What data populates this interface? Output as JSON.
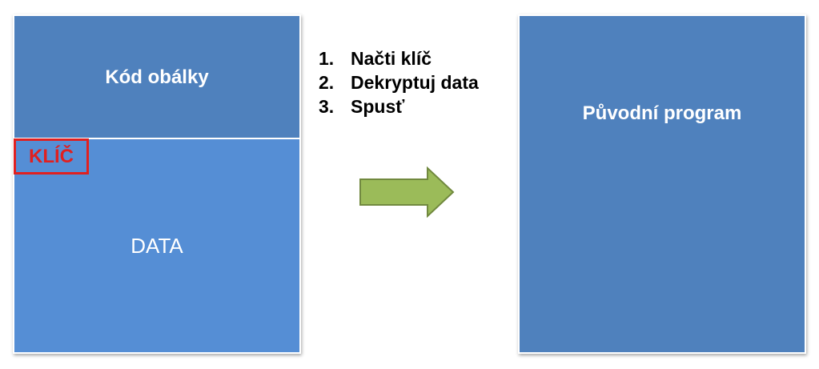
{
  "diagram": {
    "envelope_label": "Kód obálky",
    "data_label": "DATA",
    "key_label": "KLÍČ",
    "steps": [
      {
        "number": "1.",
        "text": "Načti klíč"
      },
      {
        "number": "2.",
        "text": "Dekryptuj data"
      },
      {
        "number": "3.",
        "text": "Spusť"
      }
    ],
    "original_label": "Původní program"
  },
  "colors": {
    "envelope_fill": "#4f81bd",
    "data_fill": "#558ed5",
    "original_fill": "#4f81bd",
    "key_border": "#e02020",
    "arrow_fill": "#9bbb59",
    "arrow_stroke": "#71893f"
  }
}
